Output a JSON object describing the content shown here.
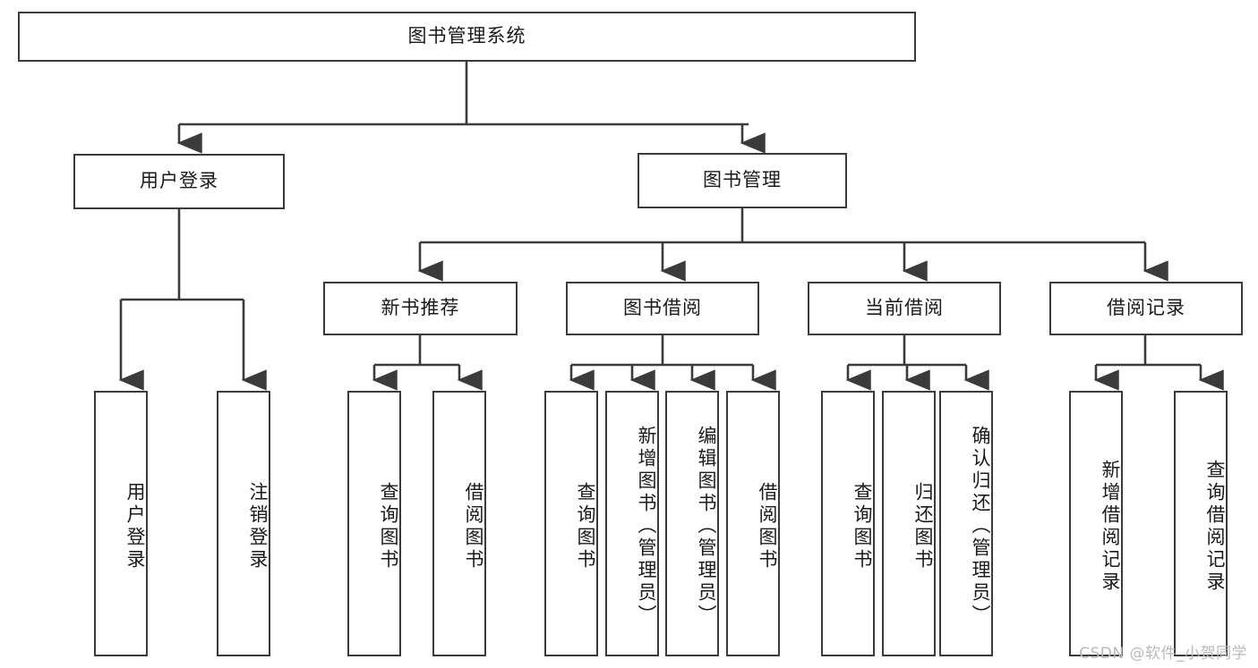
{
  "diagram": {
    "type": "tree-hierarchy",
    "title": "图书管理系统",
    "root": {
      "label": "图书管理系统"
    },
    "level2": [
      {
        "id": "user-login",
        "label": "用户登录"
      },
      {
        "id": "book-management",
        "label": "图书管理"
      }
    ],
    "level3": [
      {
        "id": "new-book-recommend",
        "label": "新书推荐",
        "parent": "book-management"
      },
      {
        "id": "book-borrow",
        "label": "图书借阅",
        "parent": "book-management"
      },
      {
        "id": "current-borrow",
        "label": "当前借阅",
        "parent": "book-management"
      },
      {
        "id": "borrow-record",
        "label": "借阅记录",
        "parent": "book-management"
      }
    ],
    "leaves": {
      "user-login": [
        {
          "id": "leaf-user-login",
          "label": "用户登录"
        },
        {
          "id": "leaf-logout-login",
          "label": "注销登录"
        }
      ],
      "new-book-recommend": [
        {
          "id": "leaf-query-book-1",
          "label": "查询图书"
        },
        {
          "id": "leaf-borrow-book-1",
          "label": "借阅图书"
        }
      ],
      "book-borrow": [
        {
          "id": "leaf-query-book-2",
          "label": "查询图书"
        },
        {
          "id": "leaf-add-book",
          "label": "新增图书（管理员）"
        },
        {
          "id": "leaf-edit-book",
          "label": "编辑图书（管理员）"
        },
        {
          "id": "leaf-borrow-book-2",
          "label": "借阅图书"
        }
      ],
      "current-borrow": [
        {
          "id": "leaf-query-book-3",
          "label": "查询图书"
        },
        {
          "id": "leaf-return-book",
          "label": "归还图书"
        },
        {
          "id": "leaf-confirm-return",
          "label": "确认归还（管理员）"
        }
      ],
      "borrow-record": [
        {
          "id": "leaf-add-record",
          "label": "新增借阅记录"
        },
        {
          "id": "leaf-query-record",
          "label": "查询借阅记录"
        }
      ]
    },
    "colors": {
      "stroke": "#3b3b3b",
      "fill": "#ffffff",
      "text": "#1a1a1a",
      "watermark": "#b9b9b9"
    }
  },
  "watermark": {
    "text": "CSDN @软件_小贺同学"
  }
}
